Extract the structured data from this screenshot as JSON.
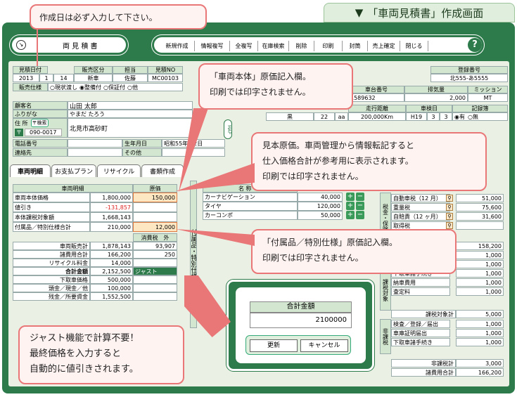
{
  "page_title": "「車両見積書」作成画面",
  "header": {
    "label": "両 見 積 書"
  },
  "toolbar": {
    "buttons": [
      "新規作成",
      "情報複写",
      "全複写",
      "在庫検索",
      "削除",
      "印刷",
      "封筒",
      "売上確定",
      "閉じる"
    ],
    "help": "?"
  },
  "estimate": {
    "date_label": "見積日付",
    "year": "2013",
    "month": "1",
    "day": "14",
    "type_label": "販売区分",
    "type_value": "新車",
    "staff_label": "担当",
    "staff_value": "佐藤",
    "no_label": "見積NO",
    "no_value": "MC00103",
    "spec_label": "販売仕様",
    "spec_options": [
      "現状渡し",
      "整備付",
      "保証付",
      "他"
    ],
    "spec_selected": "整備付"
  },
  "customer": {
    "name_label": "顧客名",
    "name_value": "山田 太郎",
    "kana_label": "ふりがな",
    "kana_value": "やまだ たろう",
    "addr_label": "住 所",
    "addr_btn": "〒検索",
    "postal_mark": "〒",
    "postal": "090-0017",
    "addr_value": "北見市高砂町",
    "map_btn": "MAP",
    "tel_label": "電話番号",
    "birth_label": "生年月日",
    "birth_value": "昭和55年　2日",
    "contact_label": "連絡先",
    "other_label": "その他"
  },
  "vehicle": {
    "reg_label": "登録番号",
    "reg_value": "北555-あ5555",
    "chassis_label": "車台番号",
    "chassis_value": "1589632",
    "disp_label": "排気量",
    "disp_value": "2,000",
    "mission_label": "ミッション",
    "mission_value": "MT",
    "color_value": "黒",
    "seats": "22",
    "seat_unit": "aa",
    "mileage_label": "走行距離",
    "mileage_value": "200,000Km",
    "inspect_label": "車検日",
    "inspect_era": "H19",
    "inspect_m": "3",
    "inspect_d": "3",
    "record_label": "記録簿",
    "record_opts": [
      "有",
      "無"
    ]
  },
  "tabs": [
    "車両明細",
    "お支払プラン",
    "リサイクル",
    "書類作成"
  ],
  "detail": {
    "hdr1": "車両明細",
    "hdr2": "原価",
    "rows": [
      {
        "label": "車両本体価格",
        "value": "1,800,000",
        "cost": "150,000"
      },
      {
        "label": "値引き",
        "value": "-131,857",
        "cost": ""
      },
      {
        "label": "本体課税対象額",
        "value": "1,668,143",
        "cost": ""
      },
      {
        "label": "付属品／特別仕様合計",
        "value": "210,000",
        "cost": "12,000"
      }
    ],
    "tax_hdr": "消費税　外",
    "rows2": [
      {
        "label": "車両販売計",
        "value": "1,878,143",
        "tax": "93,907"
      },
      {
        "label": "諸費用合計",
        "value": "166,200",
        "tax": "250"
      },
      {
        "label": "リサイクル料金",
        "value": "14,000",
        "tax": ""
      },
      {
        "label": "合計金額",
        "value": "2,152,500",
        "tax": "ジャスト"
      },
      {
        "label": "下取車価格",
        "value": "500,000",
        "tax": ""
      },
      {
        "label": "頭金／現金／他",
        "value": "100,000",
        "tax": ""
      },
      {
        "label": "残金／所要資金",
        "value": "1,552,500",
        "tax": ""
      }
    ]
  },
  "accessories": {
    "header": "名 称",
    "side_label": "付属品・特別仕様",
    "items": [
      {
        "name": "カーナビゲーション",
        "price": "40,000"
      },
      {
        "name": "タイヤ",
        "price": "120,000"
      },
      {
        "name": "カーコンポ",
        "price": "50,000"
      }
    ]
  },
  "fees": {
    "tax_group": "税金・保険料",
    "tax_items": [
      {
        "name": "自動車税（12 月）",
        "value": "51,000"
      },
      {
        "name": "重量税",
        "value": "75,600"
      },
      {
        "name": "自賠責（12 ヶ月）",
        "value": "31,600"
      },
      {
        "name": "取得税",
        "value": ""
      }
    ],
    "subtotal1": "158,200",
    "taxable_group": "課税対象",
    "taxable_items": [
      {
        "name": "",
        "value": "1,000"
      },
      {
        "name": "",
        "value": "1,000"
      },
      {
        "name": "下取車諸手続き",
        "value": "1,000"
      },
      {
        "name": "納車費用",
        "value": "1,000"
      },
      {
        "name": "査定料",
        "value": "1,000"
      }
    ],
    "taxable_total_label": "課税対象計",
    "taxable_total": "5,000",
    "nontax_group": "非課税",
    "nontax_items": [
      {
        "name": "検査／登録／届出",
        "value": "1,000"
      },
      {
        "name": "車庫証明届出",
        "value": "1,000"
      },
      {
        "name": "下取車諸手続き",
        "value": "1,000"
      }
    ],
    "nontax_total_label": "非課税計",
    "nontax_total": "3,000",
    "all_total_label": "諸費用合計",
    "all_total": "166,200"
  },
  "dialog": {
    "title": "合計金額",
    "value": "2100000",
    "update_btn": "更新",
    "cancel_btn": "キャンセル"
  },
  "callouts": [
    "作成日は必ず入力して下さい。",
    "「車両本体」原価記入欄。\n印刷では印字されません。",
    "見本原価。車両管理から情報転記すると\n仕入価格合計が参考用に表示されます。\n印刷では印字されません。",
    "「付属品／特別仕様」原価記入欄。\n印刷では印字されません。",
    "ジャスト機能で計算不要！\n最終価格を入力すると\n自動的に値引きされます。"
  ]
}
